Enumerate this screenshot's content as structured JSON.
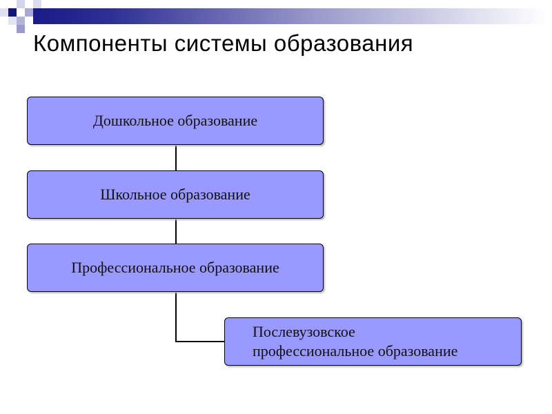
{
  "title": "Компоненты системы образования",
  "boxes": [
    {
      "label": "Дошкольное образование"
    },
    {
      "label": "Школьное образование"
    },
    {
      "label": "Профессиональное образование"
    },
    {
      "label_line1": "Послевузовское",
      "label_line2": "профессиональное образование"
    }
  ],
  "colors": {
    "box_fill": "#9999ff",
    "accent": "#000080"
  }
}
